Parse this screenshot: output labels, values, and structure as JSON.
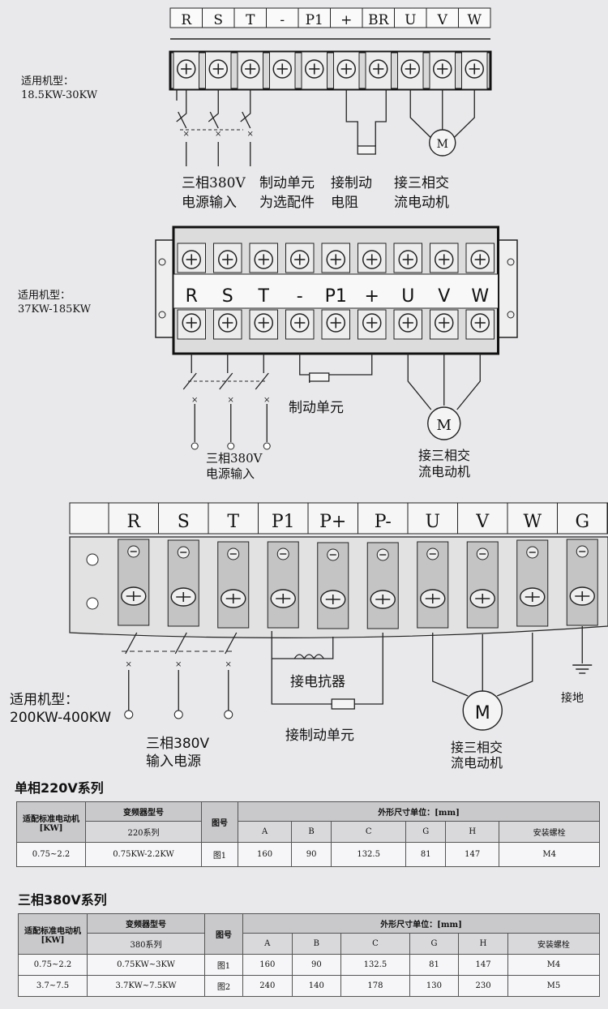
{
  "diagram1": {
    "model_label": "适用机型：",
    "model_range": "18.5KW-30KW",
    "terminals": [
      "R",
      "S",
      "T",
      "-",
      "P1",
      "+",
      "BR",
      "U",
      "V",
      "W"
    ],
    "power_label": [
      "三相380V",
      "电源输入"
    ],
    "brake_unit_label": [
      "制动单元",
      "为选配件"
    ],
    "brake_resistor_label": [
      "接制动",
      "电阻"
    ],
    "motor_label": [
      "接三相交",
      "流电动机"
    ],
    "motor_symbol": "M"
  },
  "diagram2": {
    "model_label": "适用机型：",
    "model_range": "37KW-185KW",
    "terminals": [
      "R",
      "S",
      "T",
      "-",
      "P1",
      "+",
      "U",
      "V",
      "W"
    ],
    "brake_unit_label": "制动单元",
    "power_label": [
      "三相380V",
      "电源输入"
    ],
    "motor_label": [
      "接三相交",
      "流电动机"
    ],
    "motor_symbol": "M"
  },
  "diagram3": {
    "model_label": "适用机型：",
    "model_range": "200KW-400KW",
    "terminals": [
      "R",
      "S",
      "T",
      "P1",
      "P+",
      "P-",
      "U",
      "V",
      "W",
      "G"
    ],
    "reactor_label": "接电抗器",
    "brake_unit_label": "接制动单元",
    "power_label": [
      "三相380V",
      "输入电源"
    ],
    "motor_label": [
      "接三相交",
      "流电动机"
    ],
    "ground_label": "接地",
    "motor_symbol": "M"
  },
  "table220": {
    "title": "单相220V系列",
    "col_motor": "适配标准电动机[KW]",
    "col_model": "变频器型号",
    "col_model_sub": "220系列",
    "col_fig": "图号",
    "col_dim": "外形尺寸单位：[mm]",
    "dims": [
      "A",
      "B",
      "C",
      "G",
      "H",
      "安装螺栓"
    ],
    "rows": [
      [
        "0.75~2.2",
        "0.75KW-2.2KW",
        "图1",
        "160",
        "90",
        "132.5",
        "81",
        "147",
        "M4"
      ]
    ]
  },
  "table380": {
    "title": "三相380V系列",
    "col_motor": "适配标准电动机[KW]",
    "col_model": "变频器型号",
    "col_model_sub": "380系列",
    "col_fig": "图号",
    "col_dim": "外形尺寸单位：[mm]",
    "dims": [
      "A",
      "B",
      "C",
      "G",
      "H",
      "安装螺栓"
    ],
    "rows": [
      [
        "0.75~2.2",
        "0.75KW~3KW",
        "图1",
        "160",
        "90",
        "132.5",
        "81",
        "147",
        "M4"
      ],
      [
        "3.7~7.5",
        "3.7KW~7.5KW",
        "图2",
        "240",
        "140",
        "178",
        "130",
        "230",
        "M5"
      ]
    ]
  }
}
